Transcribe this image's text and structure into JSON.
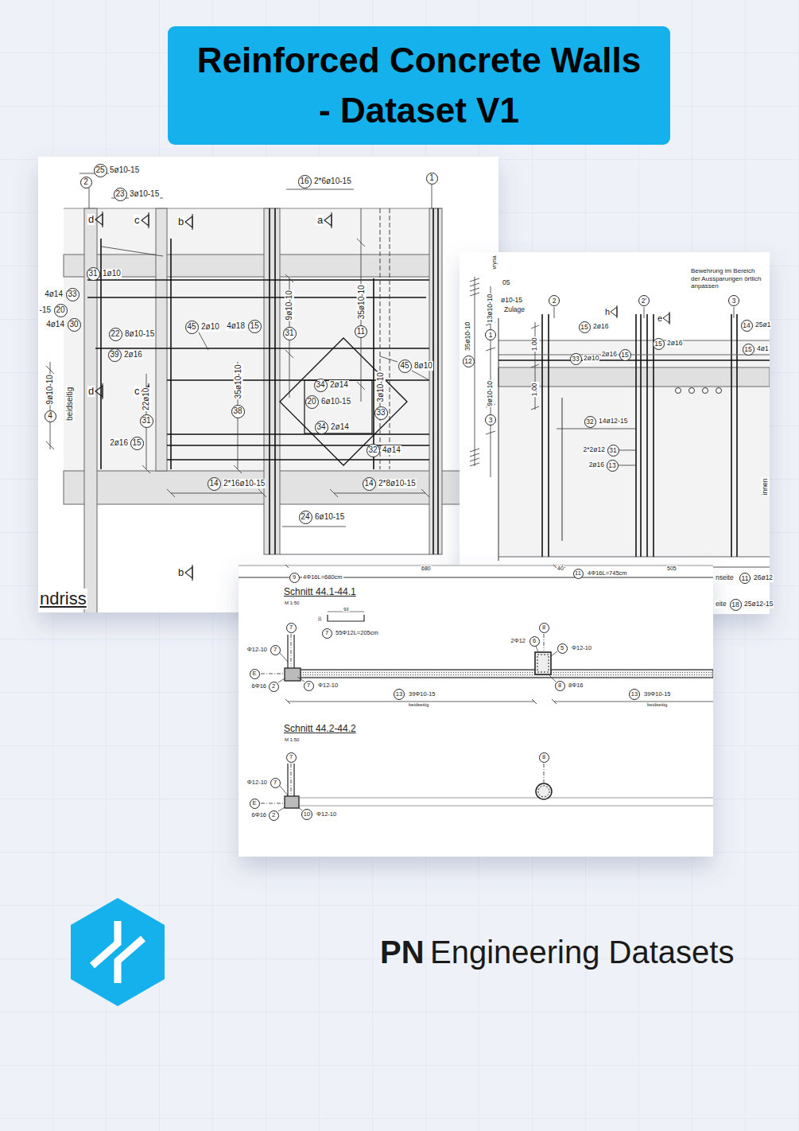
{
  "diagram": {
    "nodes": [
      {
        "text": [
          "Reinforced Concrete Walls - Dataset V1"
        ]
      }
    ],
    "labels": [
      "25",
      "5ø10-15",
      "2",
      "23",
      "3ø10-15",
      "16",
      "2*6ø10-15",
      "1",
      "d",
      "c",
      "b",
      "a",
      "31",
      "1ø10",
      "4ø14",
      "33",
      "-15",
      "20",
      "4ø14",
      "30",
      "22",
      "8ø10-15",
      "39",
      "2ø16",
      "45",
      "2ø10",
      "4ø18",
      "15",
      "31",
      "9ø10-10",
      "11",
      "35ø10-10",
      "45",
      "8ø10",
      "9ø10-10",
      "4",
      "beidseitig",
      "d",
      "c",
      "34",
      "2ø14",
      "20",
      "6ø10-15",
      "38",
      "35ø10-10",
      "34",
      "2ø14",
      "33",
      "3ø10-10",
      "31",
      "22ø10",
      "2ø16",
      "15",
      "32",
      "4ø14",
      "14",
      "2*16ø10-15",
      "14",
      "2*8ø10-15",
      "24",
      "6ø10-15",
      "b",
      "ndriss",
      "vryna",
      "05",
      "ø10-15",
      "Zulage",
      "2",
      "2'",
      "3",
      "Bewehrung im Bereich der Aussparungen örtlich anpassen",
      "h",
      "e",
      "15",
      "2ø16",
      "14",
      "25ø1",
      "1",
      "13ø10-10",
      "1.00",
      "15",
      "2ø16",
      "15",
      "4ø1",
      "2ø16",
      "15",
      "33",
      "2ø10",
      "12",
      "35ø10-10",
      "1.00",
      "3",
      "9ø10-10",
      "32",
      "14ø12-15",
      "2*2ø12",
      "31",
      "2ø16",
      "13",
      "innen",
      "nseite",
      "11",
      "26ø12",
      "eite",
      "18",
      "25ø12-15",
      "680",
      "40",
      "505",
      "9",
      "4Φ16L=680cm",
      "11",
      "4Φ16L=745cm",
      "Schnitt 44.1-44.1",
      "M 1:50",
      "93",
      "10",
      "7",
      "55Φ12L=205cm",
      "7",
      "8",
      "2Φ12",
      "6",
      "5",
      "Φ12-10",
      "Φ12-10",
      "7",
      "E",
      "6Φ16",
      "2",
      "7",
      "Φ12-10",
      "8",
      "8Φ16",
      "13",
      "39Φ10-15",
      "beidseitig",
      "13",
      "39Φ10-15",
      "beidseitig",
      "Schnitt 44.2-44.2",
      "M 1:50",
      "7",
      "8",
      "Φ12-10",
      "7",
      "E",
      "6Φ16",
      "2",
      "10",
      "Φ12-10",
      "PN",
      "Engineering Datasets"
    ]
  }
}
